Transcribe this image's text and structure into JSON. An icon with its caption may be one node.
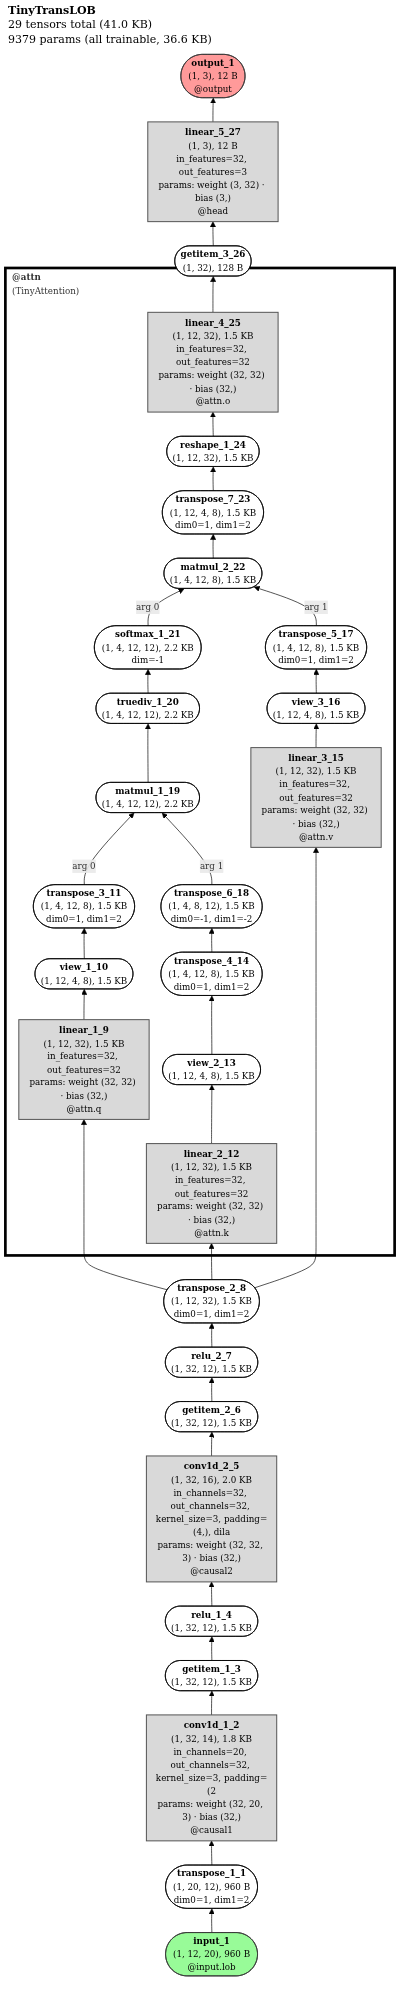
{
  "diagram": {
    "title": "TinyTransLOB",
    "labels": [
      "29 tensors total (41.0 KB)",
      "9379 params (all trainable, 36.6 KB)"
    ],
    "nodes": [
      {
        "text": [
          "output_1",
          "(1, 3), 12 B",
          "@output"
        ]
      },
      {
        "text": [
          "linear_5_27",
          "(1, 3), 12 B",
          "in_features=32, out_features=3",
          "params: weight (3, 32) · bias (3,)",
          "@head"
        ]
      },
      {
        "text": [
          "getitem_3_26",
          "(1, 32), 128 B"
        ]
      },
      {
        "text": [
          "@attn",
          "(TinyAttention)"
        ]
      },
      {
        "text": [
          "linear_4_25",
          "(1, 12, 32), 1.5 KB",
          "in_features=32, out_features=32",
          "params: weight (32, 32) · bias (32,)",
          "@attn.o"
        ],
        "in": 3
      },
      {
        "text": [
          "reshape_1_24",
          "(1, 12, 32), 1.5 KB"
        ],
        "in": 3
      },
      {
        "text": [
          "transpose_7_23",
          "(1, 12, 4, 8), 1.5 KB",
          "dim0=1, dim1=2"
        ],
        "in": 3
      },
      {
        "text": [
          "matmul_2_22",
          "(1, 4, 12, 8), 1.5 KB"
        ],
        "in": 3
      },
      {
        "text": [
          "softmax_1_21",
          "(1, 4, 12, 12), 2.2 KB",
          "dim=-1"
        ],
        "in": 3
      },
      {
        "text": [
          "transpose_5_17",
          "(1, 4, 12, 8), 1.5 KB",
          "dim0=1, dim1=2"
        ],
        "in": 3
      },
      {
        "text": [
          "truediv_1_20",
          "(1, 4, 12, 12), 2.2 KB"
        ],
        "in": 3
      },
      {
        "text": [
          "view_3_16",
          "(1, 12, 4, 8), 1.5 KB"
        ],
        "in": 3
      },
      {
        "text": [
          "matmul_1_19",
          "(1, 4, 12, 12), 2.2 KB"
        ],
        "in": 3
      },
      {
        "text": [
          "linear_3_15",
          "(1, 12, 32), 1.5 KB",
          "in_features=32, out_features=32",
          "params: weight (32, 32) · bias (32,)",
          "@attn.v"
        ],
        "in": 3
      },
      {
        "text": [
          "transpose_3_11",
          "(1, 4, 12, 8), 1.5 KB",
          "dim0=1, dim1=2"
        ],
        "in": 3
      },
      {
        "text": [
          "transpose_6_18",
          "(1, 4, 8, 12), 1.5 KB",
          "dim0=-1, dim1=-2"
        ],
        "in": 3
      },
      {
        "text": [
          "view_1_10",
          "(1, 12, 4, 8), 1.5 KB"
        ],
        "in": 3
      },
      {
        "text": [
          "transpose_4_14",
          "(1, 4, 12, 8), 1.5 KB",
          "dim0=1, dim1=2"
        ],
        "in": 3
      },
      {
        "text": [
          "linear_1_9",
          "(1, 12, 32), 1.5 KB",
          "in_features=32, out_features=32",
          "params: weight (32, 32) · bias (32,)",
          "@attn.q"
        ],
        "in": 3
      },
      {
        "text": [
          "view_2_13",
          "(1, 12, 4, 8), 1.5 KB"
        ],
        "in": 3
      },
      {
        "text": [
          "linear_2_12",
          "(1, 12, 32), 1.5 KB",
          "in_features=32, out_features=32",
          "params: weight (32, 32) · bias (32,)",
          "@attn.k"
        ],
        "in": 3
      },
      {
        "text": [
          "transpose_2_8",
          "(1, 12, 32), 1.5 KB",
          "dim0=1, dim1=2"
        ]
      },
      {
        "text": [
          "relu_2_7",
          "(1, 32, 12), 1.5 KB"
        ]
      },
      {
        "text": [
          "getitem_2_6",
          "(1, 32, 12), 1.5 KB"
        ]
      },
      {
        "text": [
          "conv1d_2_5",
          "(1, 32, 16), 2.0 KB",
          "in_channels=32, out_channels=32, kernel_size=3, padding=(4,), dila",
          "params: weight (32, 32, 3) · bias (32,)",
          "@causal2"
        ]
      },
      {
        "text": [
          "relu_1_4",
          "(1, 32, 12), 1.5 KB"
        ]
      },
      {
        "text": [
          "getitem_1_3",
          "(1, 32, 12), 1.5 KB"
        ]
      },
      {
        "text": [
          "conv1d_1_2",
          "(1, 32, 14), 1.8 KB",
          "in_channels=20, out_channels=32, kernel_size=3, padding=(2",
          "params: weight (32, 20, 3) · bias (32,)",
          "@causal1"
        ]
      },
      {
        "text": [
          "transpose_1_1",
          "(1, 20, 12), 960 B",
          "dim0=1, dim1=2"
        ]
      },
      {
        "text": [
          "input_1",
          "(1, 12, 20), 960 B",
          "@input.lob"
        ]
      }
    ],
    "edges": [
      {
        "from": 29,
        "to": 28,
        "arrow": "to"
      },
      {
        "from": 28,
        "to": 27,
        "arrow": "to"
      },
      {
        "from": 27,
        "to": 26,
        "arrow": "to"
      },
      {
        "from": 26,
        "to": 25,
        "arrow": "to"
      },
      {
        "from": 25,
        "to": 24,
        "arrow": "to"
      },
      {
        "from": 24,
        "to": 23,
        "arrow": "to"
      },
      {
        "from": 23,
        "to": 22,
        "arrow": "to"
      },
      {
        "from": 22,
        "to": 21,
        "arrow": "to"
      },
      {
        "from": 21,
        "to": 18,
        "arrow": "to"
      },
      {
        "from": 21,
        "to": 20,
        "arrow": "to"
      },
      {
        "from": 21,
        "to": 13,
        "arrow": "to"
      },
      {
        "from": 18,
        "to": 16,
        "arrow": "to"
      },
      {
        "from": 16,
        "to": 14,
        "arrow": "to"
      },
      {
        "from": 20,
        "to": 19,
        "arrow": "to"
      },
      {
        "from": 19,
        "to": 17,
        "arrow": "to"
      },
      {
        "from": 17,
        "to": 15,
        "arrow": "to"
      },
      {
        "from": 14,
        "to": 12,
        "arrow": "to",
        "label": "arg 0"
      },
      {
        "from": 15,
        "to": 12,
        "arrow": "to",
        "label": "arg 1"
      },
      {
        "from": 12,
        "to": 10,
        "arrow": "to"
      },
      {
        "from": 10,
        "to": 8,
        "arrow": "to"
      },
      {
        "from": 13,
        "to": 11,
        "arrow": "to"
      },
      {
        "from": 11,
        "to": 9,
        "arrow": "to"
      },
      {
        "from": 8,
        "to": 7,
        "arrow": "to",
        "label": "arg 0"
      },
      {
        "from": 9,
        "to": 7,
        "arrow": "to",
        "label": "arg 1"
      },
      {
        "from": 7,
        "to": 6,
        "arrow": "to"
      },
      {
        "from": 6,
        "to": 5,
        "arrow": "to"
      },
      {
        "from": 5,
        "to": 4,
        "arrow": "to"
      },
      {
        "from": 4,
        "to": 2,
        "arrow": "to"
      },
      {
        "from": 2,
        "to": 1,
        "arrow": "to"
      },
      {
        "from": 1,
        "to": 0,
        "arrow": "to"
      }
    ]
  }
}
